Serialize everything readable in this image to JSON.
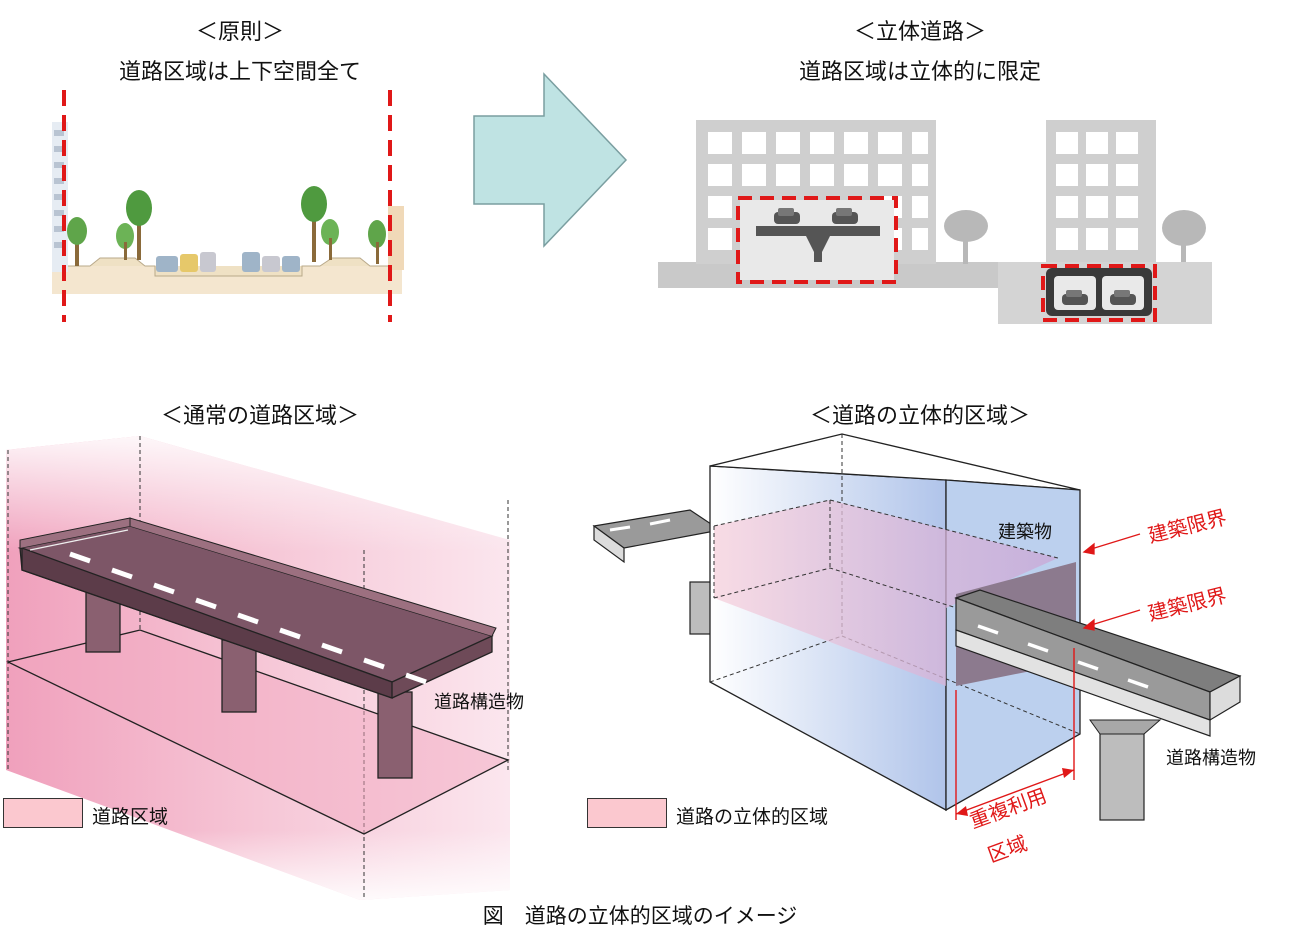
{
  "top_left": {
    "title": "＜原則＞",
    "subtitle": "道路区域は上下空間全て"
  },
  "top_right": {
    "title": "＜立体道路＞",
    "subtitle": "道路区域は立体的に限定"
  },
  "bottom_left": {
    "title": "＜通常の道路区域＞",
    "structure_label": "道路構造物",
    "legend_label": "道路区域"
  },
  "bottom_right": {
    "title": "＜道路の立体的区域＞",
    "building_label": "建築物",
    "clearance_label_1": "建築限界",
    "clearance_label_2": "建築限界",
    "structure_label": "道路構造物",
    "legend_label": "道路の立体的区域",
    "overlap_label_line1": "重複利用",
    "overlap_label_line2": "区域"
  },
  "caption": "図　道路の立体的区域のイメージ",
  "colors": {
    "dashed_red": "#e01818",
    "arrow_fill": "#bfe3e3",
    "road_zone_pink": "#fbc8cf",
    "building_blue": "#bcd0ee"
  }
}
